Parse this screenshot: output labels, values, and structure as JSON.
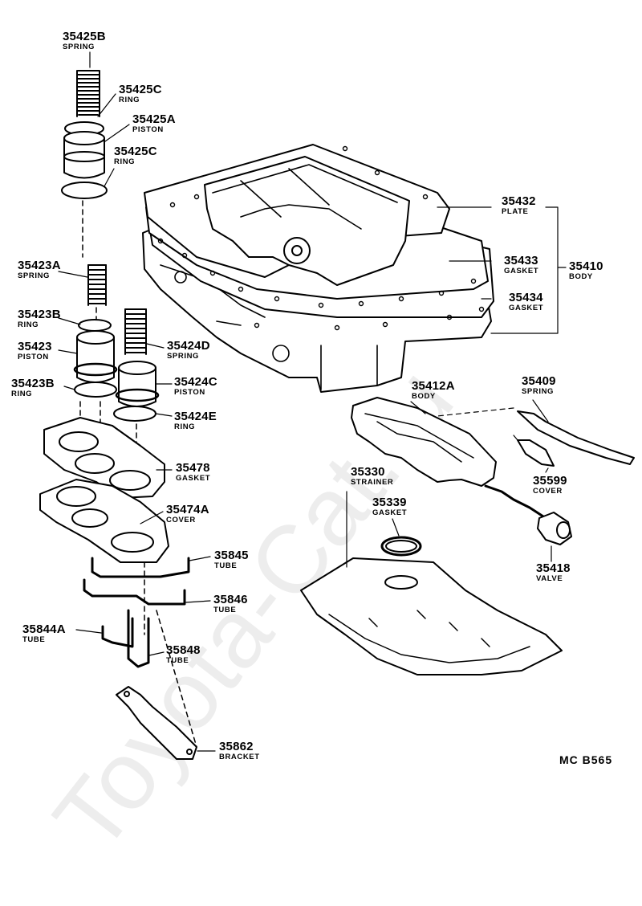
{
  "watermark": "Toyota-Cat.ru",
  "diagram_code": "MC B565",
  "parts": [
    {
      "number": "35425B",
      "name": "SPRING"
    },
    {
      "number": "35425C",
      "name": "RING"
    },
    {
      "number": "35425A",
      "name": "PISTON"
    },
    {
      "number": "35425C",
      "name": "RING"
    },
    {
      "number": "35423A",
      "name": "SPRING"
    },
    {
      "number": "35423B",
      "name": "RING"
    },
    {
      "number": "35423",
      "name": "PISTON"
    },
    {
      "number": "35423B",
      "name": "RING"
    },
    {
      "number": "35424D",
      "name": "SPRING"
    },
    {
      "number": "35424C",
      "name": "PISTON"
    },
    {
      "number": "35424E",
      "name": "RING"
    },
    {
      "number": "35478",
      "name": "GASKET"
    },
    {
      "number": "35474A",
      "name": "COVER"
    },
    {
      "number": "35845",
      "name": "TUBE"
    },
    {
      "number": "35846",
      "name": "TUBE"
    },
    {
      "number": "35844A",
      "name": "TUBE"
    },
    {
      "number": "35848",
      "name": "TUBE"
    },
    {
      "number": "35862",
      "name": "BRACKET"
    },
    {
      "number": "35432",
      "name": "PLATE"
    },
    {
      "number": "35433",
      "name": "GASKET"
    },
    {
      "number": "35410",
      "name": "BODY"
    },
    {
      "number": "35434",
      "name": "GASKET"
    },
    {
      "number": "35412A",
      "name": "BODY"
    },
    {
      "number": "35409",
      "name": "SPRING"
    },
    {
      "number": "35599",
      "name": "COVER"
    },
    {
      "number": "35330",
      "name": "STRAINER"
    },
    {
      "number": "35339",
      "name": "GASKET"
    },
    {
      "number": "35418",
      "name": "VALVE"
    }
  ]
}
